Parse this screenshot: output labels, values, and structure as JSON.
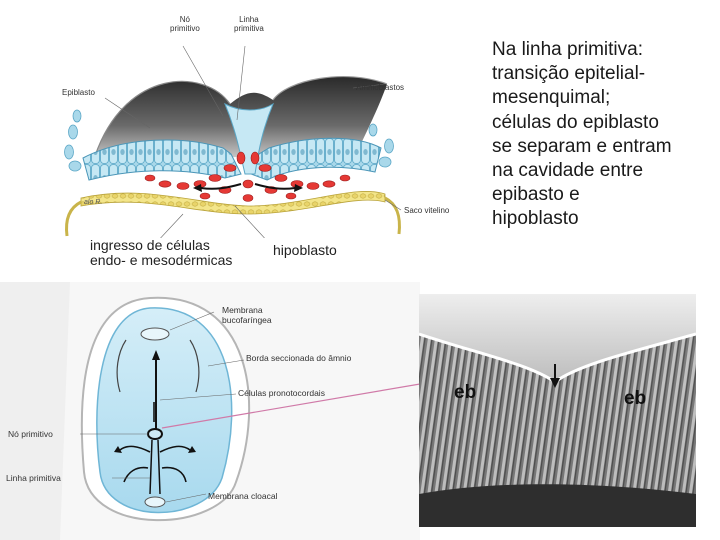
{
  "top_diagram": {
    "labels": {
      "no_primitivo": [
        "Nó",
        "primitivo"
      ],
      "linha_primitiva": [
        "Linha",
        "primitiva"
      ],
      "epiblasto": "Epiblasto",
      "amnioblastos": "Amnioblastos",
      "saco_vitelino": "Saco vitelino",
      "signature": "alo R."
    }
  },
  "captions": {
    "ingresso": [
      "ingresso de células",
      "endo- e mesodérmicas"
    ],
    "hipoblasto": "hipoblasto"
  },
  "main_text": [
    "Na linha primitiva:",
    "transição epitelial-",
    "mesenquimal;",
    "células do epiblasto",
    "se separam e entram",
    "na cavidade entre",
    "epibasto e",
    "hipoblasto"
  ],
  "bottom_diagram": {
    "labels": {
      "membrana_bucofaringea": [
        "Membrana",
        "bucofaríngea"
      ],
      "borda_amnio": "Borda seccionada do âmnio",
      "celulas_pronotocordais": "Células pronotocordais",
      "no_primitivo": "Nó primitivo",
      "linha_primitiva": "Linha primitiva",
      "membrana_cloacal": "Membrana cloacal"
    }
  },
  "micrograph": {
    "labels": {
      "left": "eb",
      "right": "eb"
    }
  },
  "colors": {
    "epiblast": "#a9d8ea",
    "mesoderm": "#e53935",
    "hypoblast": "#f0e07a",
    "amnion_dark": "#3d3d3d",
    "embryo_disc": "#bfe6f5",
    "connector": "#d07aa8"
  }
}
